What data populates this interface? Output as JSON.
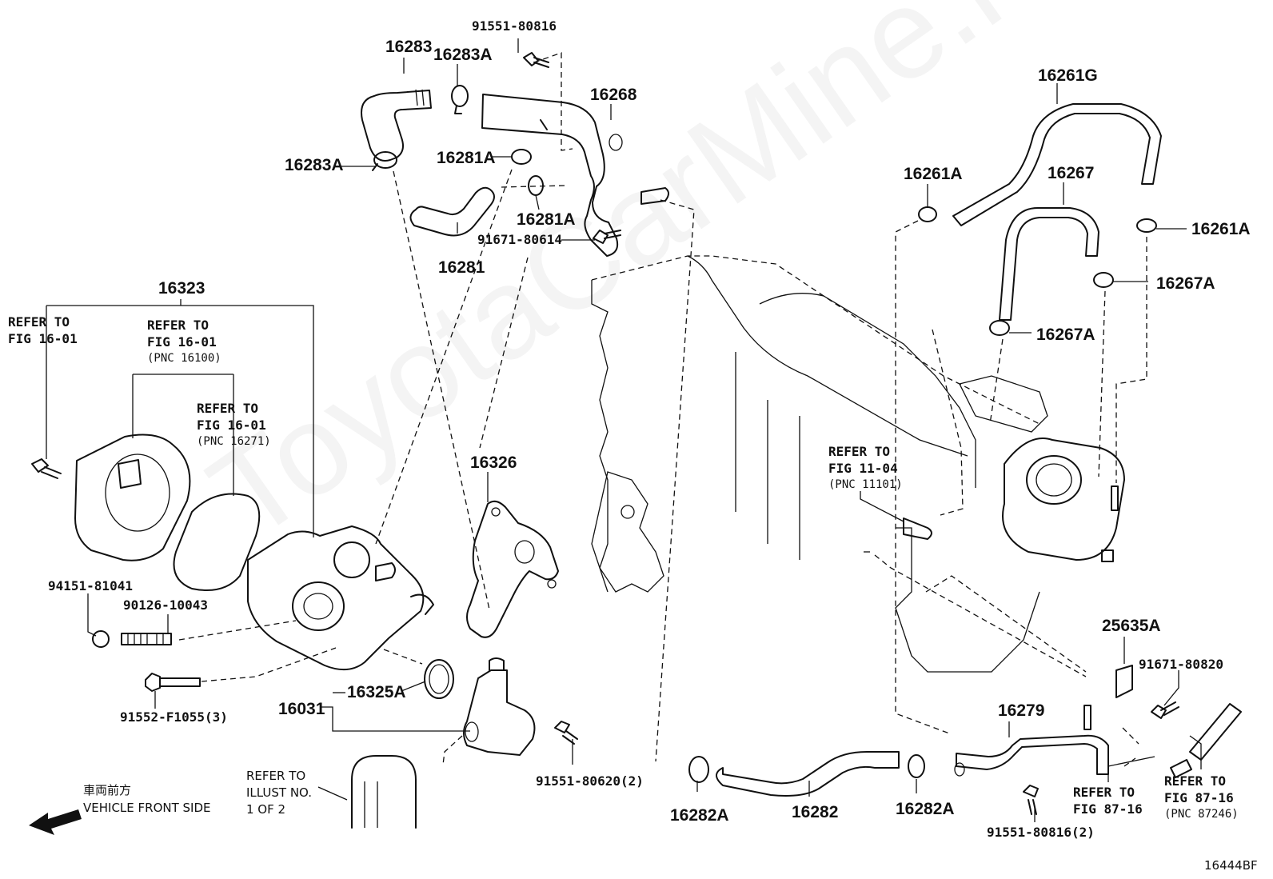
{
  "diagram": {
    "figure_code": "16444BF",
    "watermark": "ToyotaCarMine.ru",
    "front_indicator": {
      "jp": "車両前方",
      "en": "VEHICLE FRONT SIDE"
    },
    "refer_illust": [
      "REFER TO",
      "ILLUST NO.",
      "1 OF 2"
    ],
    "refer_notes": {
      "r1": [
        "REFER TO",
        "FIG 16-01"
      ],
      "r2": [
        "REFER TO",
        "FIG 16-01",
        "(PNC 16100)"
      ],
      "r3": [
        "REFER TO",
        "FIG 16-01",
        "(PNC 16271)"
      ],
      "r4": [
        "REFER TO",
        "FIG 11-04",
        "(PNC 11101)"
      ],
      "r5": [
        "REFER TO",
        "FIG 87-16"
      ],
      "r6": [
        "REFER TO",
        "FIG 87-16",
        "(PNC 87246)"
      ]
    },
    "parts": {
      "p16283": "16283",
      "p16283A_top": "16283A",
      "p16283A_left": "16283A",
      "p91551_80816": "91551-80816",
      "p16268": "16268",
      "p16281A_a": "16281A",
      "p16281A_b": "16281A",
      "p16281": "16281",
      "p91671_80614": "91671-80614",
      "p16323": "16323",
      "p16326": "16326",
      "p94151_81041": "94151-81041",
      "p90126_10043": "90126-10043",
      "p91552_F1055": "91552-F1055(3)",
      "p16325A": "16325A",
      "p16031": "16031",
      "p91551_80620": "91551-80620(2)",
      "p16261G": "16261G",
      "p16261A_left": "16261A",
      "p16261A_right": "16261A",
      "p16267": "16267",
      "p16267A_right": "16267A",
      "p16267A_mid": "16267A",
      "p25635A": "25635A",
      "p91671_80820": "91671-80820",
      "p16279": "16279",
      "p16282A_left": "16282A",
      "p16282": "16282",
      "p16282A_right": "16282A",
      "p91551_80816_2": "91551-80816(2)"
    }
  }
}
